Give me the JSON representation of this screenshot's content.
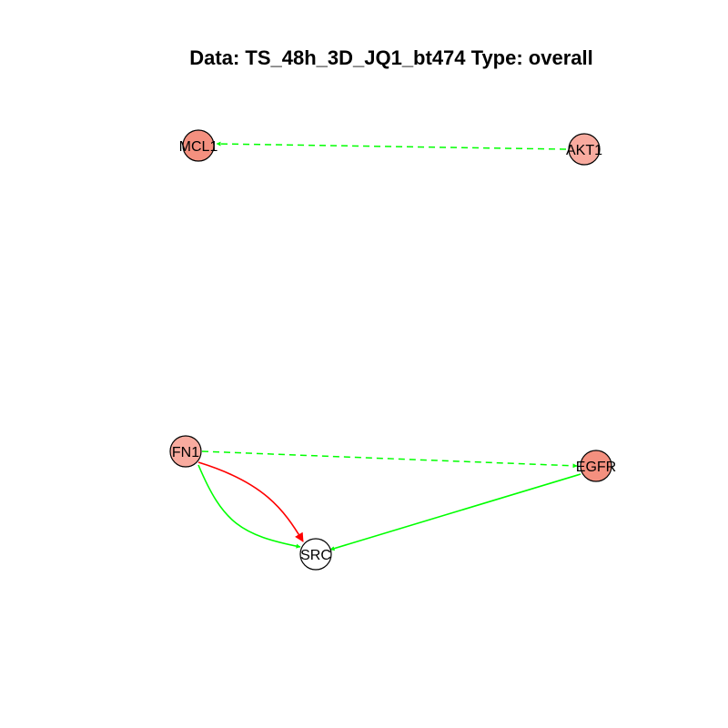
{
  "title": "Data: TS_48h_3D_JQ1_bt474 Type: overall",
  "nodes": [
    {
      "id": "MCL1",
      "label": "MCL1",
      "fill": "#f4907f"
    },
    {
      "id": "AKT1",
      "label": "AKT1",
      "fill": "#f8ab9f"
    },
    {
      "id": "FN1",
      "label": "FN1",
      "fill": "#f8ab9f"
    },
    {
      "id": "EGFR",
      "label": "EGFR",
      "fill": "#f4907f"
    },
    {
      "id": "SRC",
      "label": "SRC",
      "fill": "#ffffff"
    }
  ],
  "edges": [
    {
      "from": "AKT1",
      "to": "MCL1",
      "color": "#00ff00",
      "style": "dashed"
    },
    {
      "from": "FN1",
      "to": "EGFR",
      "color": "#00ff00",
      "style": "dashed"
    },
    {
      "from": "FN1",
      "to": "SRC",
      "color": "#ff0000",
      "style": "solid"
    },
    {
      "from": "FN1",
      "to": "SRC",
      "color": "#00ff00",
      "style": "solid"
    },
    {
      "from": "EGFR",
      "to": "SRC",
      "color": "#00ff00",
      "style": "solid"
    }
  ]
}
